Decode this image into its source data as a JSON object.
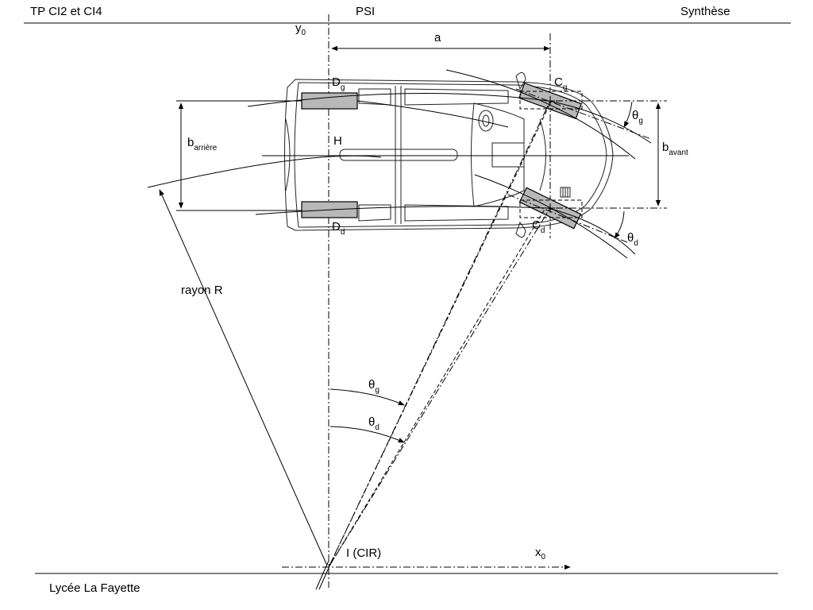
{
  "header": {
    "left": "TP CI2 et CI4",
    "center": "PSI",
    "right": "Synthèse"
  },
  "footer": {
    "left": "Lycée La Fayette"
  },
  "diagram": {
    "axis_y": {
      "main": "y",
      "sub": "0"
    },
    "axis_x": {
      "main": "x",
      "sub": "0"
    },
    "label_a": "a",
    "point_H": "H",
    "rear_left": {
      "main": "D",
      "sub": "g"
    },
    "rear_right": {
      "main": "D",
      "sub": "d"
    },
    "front_left": {
      "main": "C",
      "sub": "g"
    },
    "front_right": {
      "main": "C",
      "sub": "d"
    },
    "b_rear": {
      "main": "b",
      "sub": "arrière"
    },
    "b_front": {
      "main": "b",
      "sub": "avant"
    },
    "theta_g": {
      "main": "θ",
      "sub": "g"
    },
    "theta_d": {
      "main": "θ",
      "sub": "d"
    },
    "radius": "rayon R",
    "cir": "I (CIR)"
  }
}
